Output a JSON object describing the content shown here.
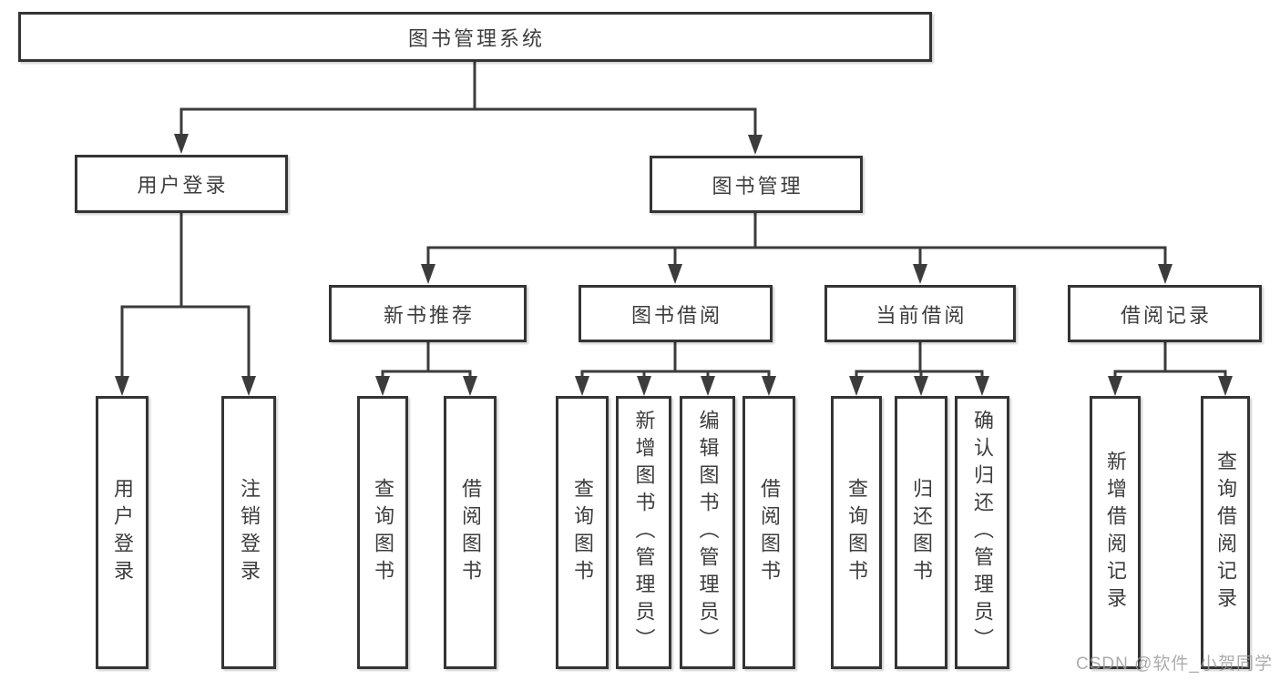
{
  "tree": {
    "label": "图书管理系统",
    "children": [
      {
        "label": "用户登录",
        "children": [
          {
            "label": "用户登录"
          },
          {
            "label": "注销登录"
          }
        ]
      },
      {
        "label": "图书管理",
        "children": [
          {
            "label": "新书推荐",
            "children": [
              {
                "label": "查询图书"
              },
              {
                "label": "借阅图书"
              }
            ]
          },
          {
            "label": "图书借阅",
            "children": [
              {
                "label": "查询图书"
              },
              {
                "label": "新增图书（管理员）"
              },
              {
                "label": "编辑图书（管理员）"
              },
              {
                "label": "借阅图书"
              }
            ]
          },
          {
            "label": "当前借阅",
            "children": [
              {
                "label": "查询图书"
              },
              {
                "label": "归还图书"
              },
              {
                "label": "确认归还（管理员）"
              }
            ]
          },
          {
            "label": "借阅记录",
            "children": [
              {
                "label": "新增借阅记录"
              },
              {
                "label": "查询借阅记录"
              }
            ]
          }
        ]
      }
    ]
  },
  "watermark": {
    "text": "CSDN @软件_小贺同学"
  },
  "colors": {
    "line": "#3c3c3c",
    "box_border": "#343434",
    "text": "#3d3d3d",
    "watermark": "#9e9e9e",
    "background": "#ffffff"
  }
}
